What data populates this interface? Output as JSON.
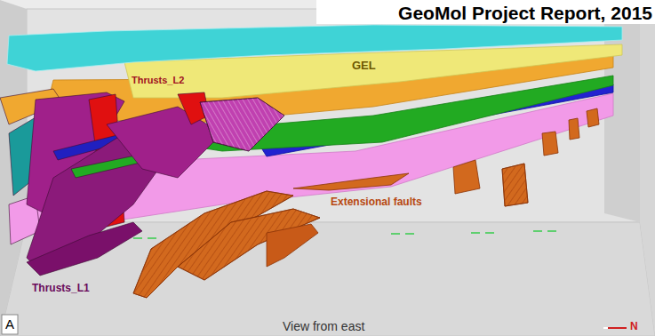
{
  "diagram": {
    "title": "GeoMol Project Report, 2015",
    "labels": [
      "Thrusts_L2",
      "GEL",
      "Extensional faults",
      "Thrusts_L1",
      "A",
      "View from east",
      "N"
    ]
  }
}
